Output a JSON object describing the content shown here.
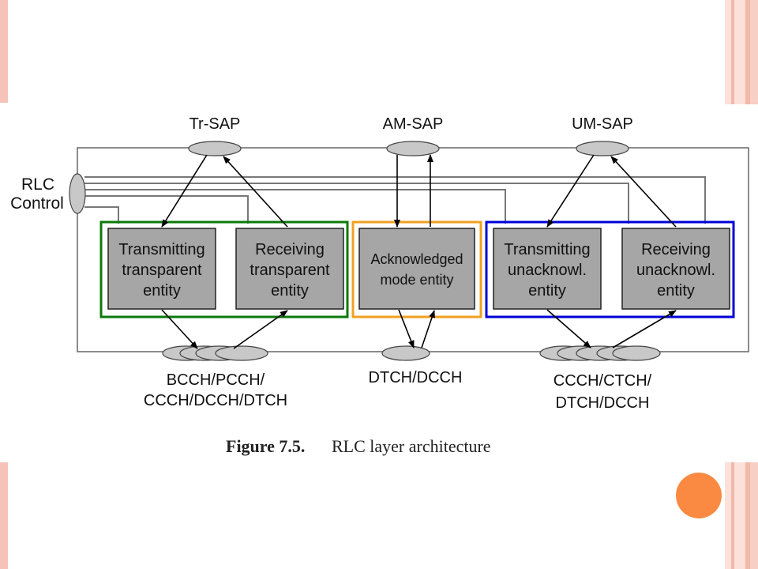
{
  "colors": {
    "stripe_pink": "#f6c3b8",
    "stripe_pink_dark": "#e8a495",
    "accent_circle": "#fa8a42",
    "group_transparent": "#0a7a0a",
    "group_acknowledged": "#f0a020",
    "group_unacknowledged": "#0000d8",
    "entity_fill": "#a6a6a6"
  },
  "diagram": {
    "saps": {
      "tr": "Tr-SAP",
      "am": "AM-SAP",
      "um": "UM-SAP"
    },
    "control": {
      "line1": "RLC",
      "line2": "Control"
    },
    "entities": {
      "tx_transparent": [
        "Transmitting",
        "transparent",
        "entity"
      ],
      "rx_transparent": [
        "Receiving",
        "transparent",
        "entity"
      ],
      "acknowledged": [
        "Acknowledged",
        "mode entity"
      ],
      "tx_unack": [
        "Transmitting",
        "unacknowl.",
        "entity"
      ],
      "rx_unack": [
        "Receiving",
        "unacknowl.",
        "entity"
      ]
    },
    "channels": {
      "left": [
        "BCCH/PCCH/",
        "CCCH/DCCH/DTCH"
      ],
      "middle": [
        "DTCH/DCCH"
      ],
      "right": [
        "CCCH/CTCH/",
        "DTCH/DCCH"
      ]
    }
  },
  "caption": {
    "number": "Figure 7.5.",
    "text": "RLC layer architecture"
  }
}
